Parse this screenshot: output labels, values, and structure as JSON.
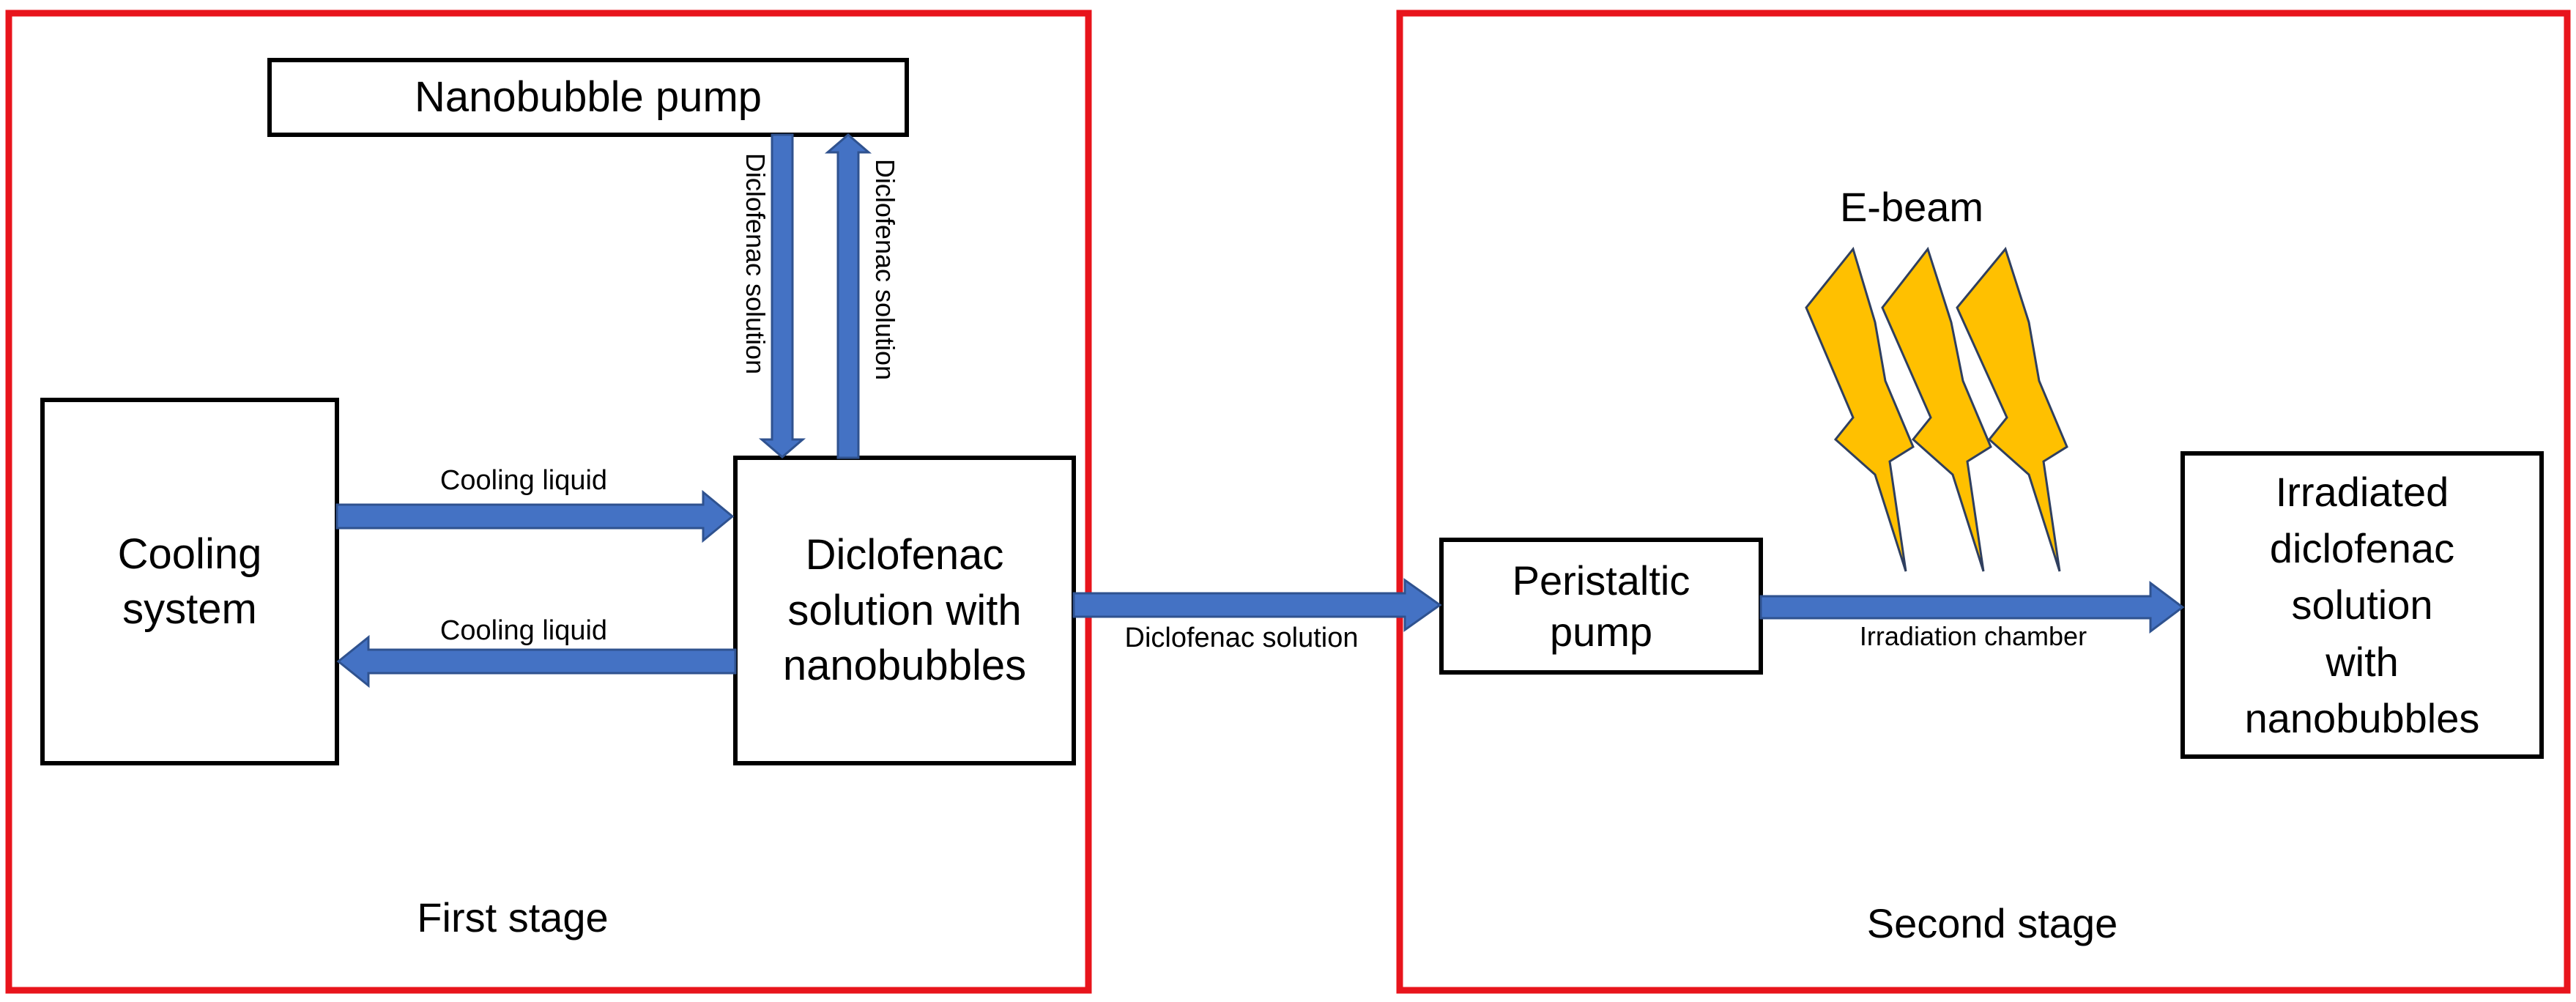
{
  "colors": {
    "stage_border": "#e8141c",
    "arrow_fill": "#4472c4",
    "arrow_stroke": "#2f528f",
    "bolt_fill": "#ffc000",
    "bolt_stroke": "#2f3f5f",
    "box_border": "#000000"
  },
  "stages": {
    "first": "First stage",
    "second": "Second stage"
  },
  "boxes": {
    "nanobubble_pump": "Nanobubble pump",
    "cooling_system": [
      "Cooling",
      "system"
    ],
    "diclofenac_nanobubbles": [
      "Diclofenac",
      "solution with",
      "nanobubbles"
    ],
    "peristaltic_pump": [
      "Peristaltic",
      "pump"
    ],
    "irradiated": [
      "Irradiated",
      "diclofenac",
      "solution",
      "with",
      "nanobubbles"
    ]
  },
  "flows": {
    "cooling_liquid_top": "Cooling liquid",
    "cooling_liquid_bottom": "Cooling liquid",
    "diclofenac_down": "Diclofenac solution",
    "diclofenac_up": "Diclofenac solution",
    "diclofenac_transfer": "Diclofenac solution",
    "irradiation_chamber": "Irradiation chamber"
  },
  "ebeam": "E-beam"
}
